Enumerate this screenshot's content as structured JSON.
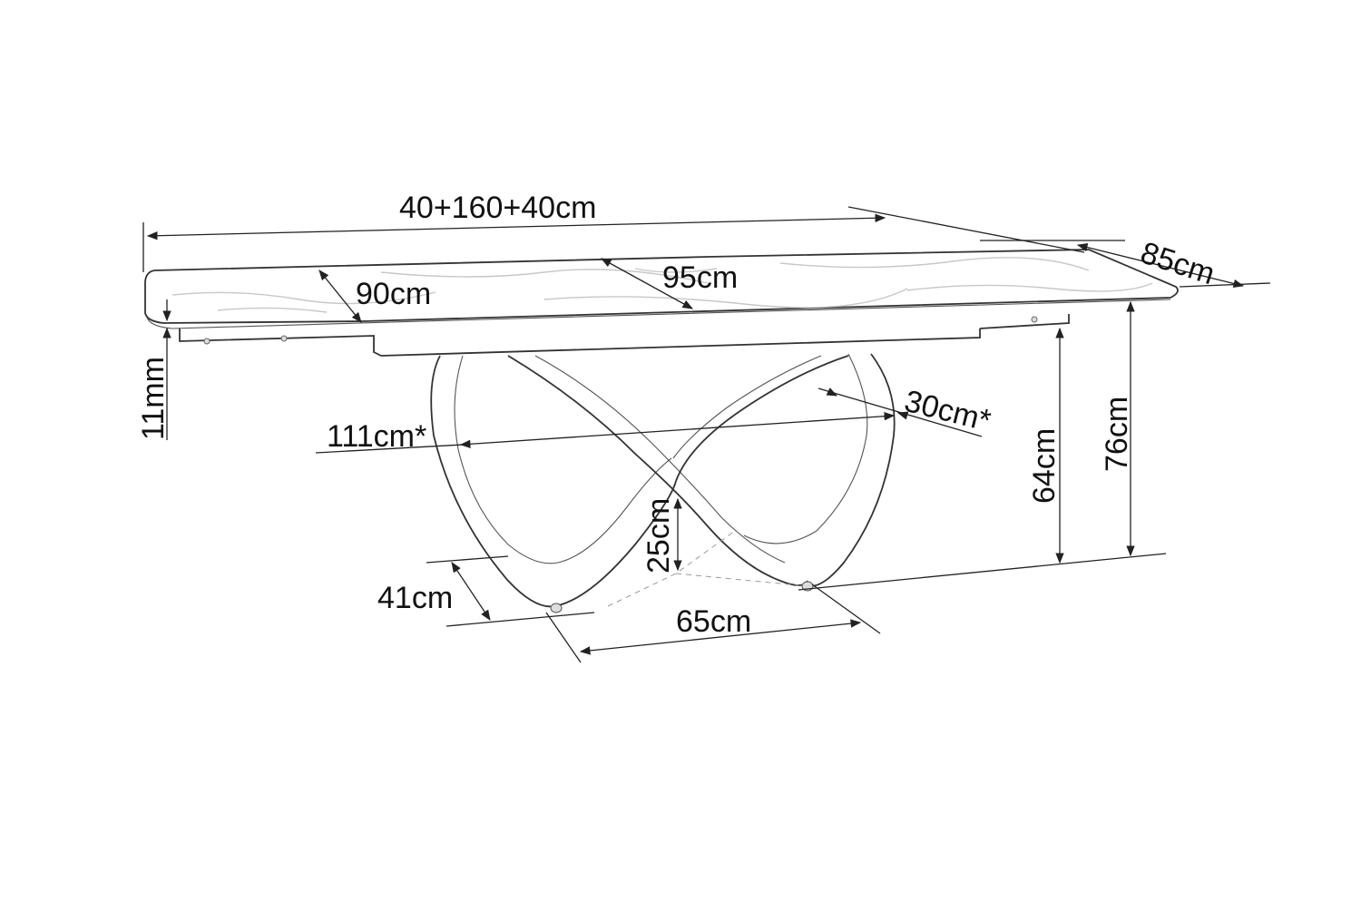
{
  "diagram": {
    "subject": "extendable table with figure-eight base",
    "dimensions": {
      "total_length": "40+160+40cm",
      "depth": "85cm",
      "top_width_left": "90cm",
      "top_width_middle": "95cm",
      "top_thickness": "11mm",
      "base_span": "111cm*",
      "base_band_width": "30cm*",
      "under_clearance_height": "64cm",
      "total_height": "76cm",
      "base_cross_height": "25cm",
      "foot_depth": "41cm",
      "foot_span": "65cm"
    },
    "colors": {
      "line": "#222222",
      "background": "#ffffff",
      "marble_vein": "#c8c8c8"
    }
  }
}
